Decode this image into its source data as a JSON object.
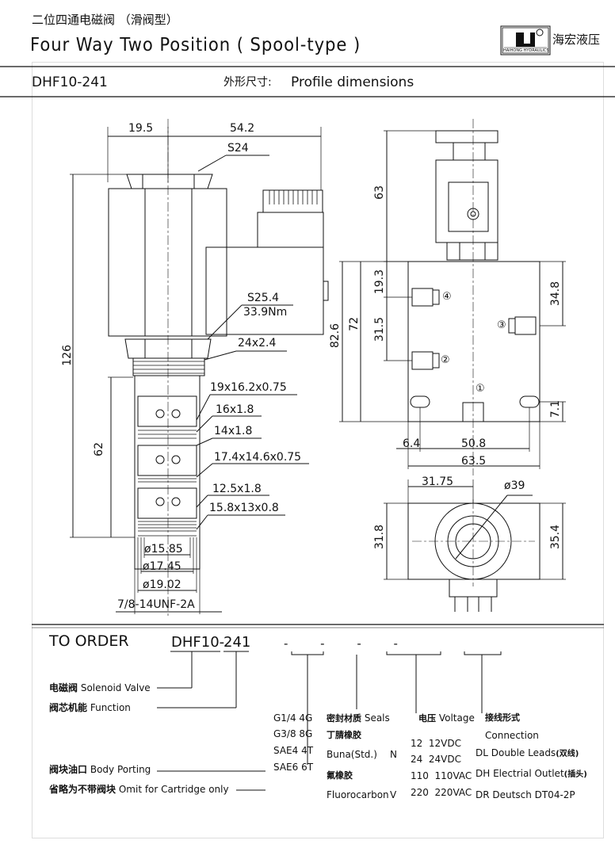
{
  "header": {
    "title_cn": "二位四通电磁阀 （滑阀型）",
    "title_en": "Four Way Two Position ( Spool-type )",
    "model": "DHF10-241",
    "profile_cn": "外形尺寸:",
    "profile_en": "Profile dimensions",
    "logo_text": "HAIHONG HYDRAULICS",
    "logo_cn": "海宏液压"
  },
  "side_view": {
    "dims": [
      "19.5",
      "54.2",
      "S24",
      "S25.4",
      "33.9Nm",
      "24x2.4",
      "126",
      "19x16.2x0.75",
      "16x1.8",
      "14x1.8",
      "62",
      "17.4x14.6x0.75",
      "12.5x1.8",
      "15.8x13x0.8",
      "ø15.85",
      "ø17.45",
      "ø19.02",
      "7/8-14UNF-2A"
    ]
  },
  "front_view": {
    "dims": [
      "63",
      "19.3",
      "34.8",
      "72",
      "82.6",
      "31.5",
      "7.1",
      "6.4",
      "50.8",
      "63.5"
    ],
    "ports": [
      "④",
      "③",
      "②",
      "①"
    ]
  },
  "bottom_view": {
    "dims": [
      "31.75",
      "ø39",
      "31.8",
      "35.4"
    ]
  },
  "order": {
    "heading": "TO ORDER",
    "code_prefix": "DHF10-",
    "code_suffix": "241",
    "dashes": "- - - -",
    "left_labels": [
      {
        "cn": "电磁阀",
        "en": "Solenoid Valve"
      },
      {
        "cn": "阀芯机能",
        "en": "Function"
      },
      {
        "cn": "阀块油口",
        "en": "Body Porting"
      },
      {
        "cn": "省略为不带阀块",
        "en": "Omit for Cartridge only"
      }
    ],
    "porting": [
      "G1/4 4G",
      "G3/8 8G",
      "SAE4 4T",
      "SAE6 6T"
    ],
    "seals": {
      "cn": "密封材质",
      "en": "Seals",
      "items": [
        {
          "cn": "丁腈橡胶",
          "name": "Buna(Std.)",
          "code": "N"
        },
        {
          "cn": "氟橡胶",
          "name": "Fluorocarbon",
          "code": "V"
        }
      ]
    },
    "voltage": {
      "cn": "电压",
      "en": "Voltage",
      "items": [
        "12  12VDC",
        "24  24VDC",
        "110  110VAC",
        "220  220VAC"
      ]
    },
    "connection": {
      "cn": "接线形式",
      "en": "Connection",
      "items": [
        {
          "code": "DL",
          "name": "Double Leads",
          "cn": "(双线)"
        },
        {
          "code": "DH",
          "name": "Electrial Outlet",
          "cn": "(插头)"
        },
        {
          "code": "DR",
          "name": "Deutsch DT04-2P",
          "cn": ""
        }
      ]
    }
  }
}
